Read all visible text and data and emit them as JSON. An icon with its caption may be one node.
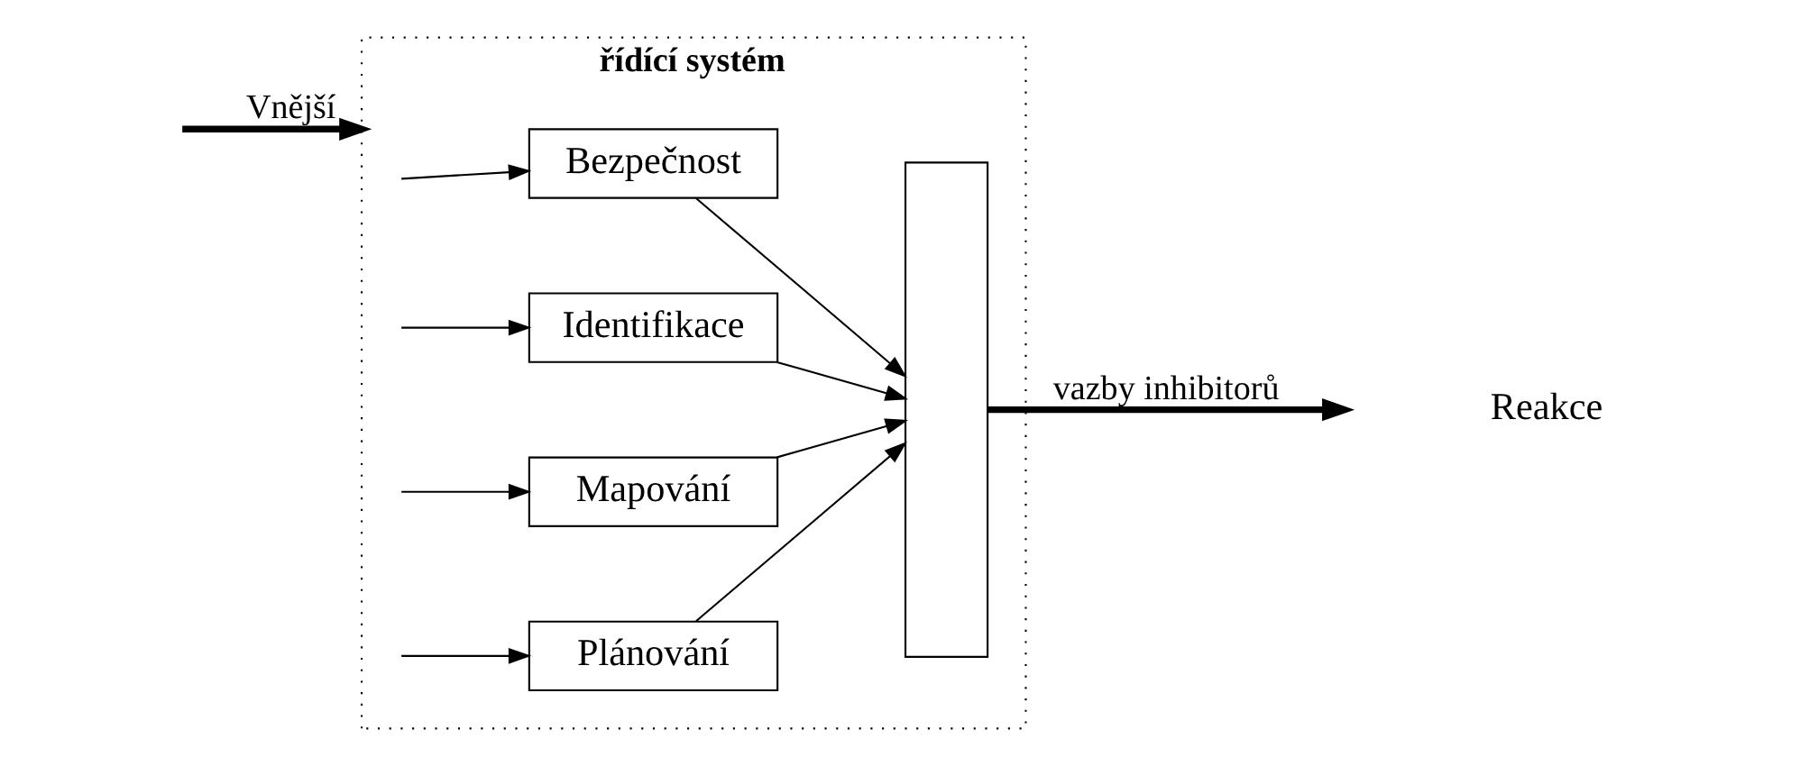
{
  "diagram": {
    "nodes": [
      {
        "text": [
          "řídící systém"
        ]
      },
      {
        "text": [
          "Plánování"
        ],
        "in": 0
      },
      {
        "text": [
          "Mapování"
        ],
        "in": 0
      },
      {
        "text": [
          "Identifikace"
        ],
        "in": 0
      },
      {
        "text": [
          "Bezpečnost"
        ],
        "in": 0
      },
      {
        "text": [],
        "shape": "box",
        "in": 0
      }
    ],
    "edges": [
      {
        "from": null,
        "to": 0,
        "arrow": "to",
        "label": "Vnější",
        "style": "thick"
      },
      {
        "from": null,
        "to": 1,
        "arrow": "to"
      },
      {
        "from": null,
        "to": 2,
        "arrow": "to"
      },
      {
        "from": null,
        "to": 3,
        "arrow": "to"
      },
      {
        "from": null,
        "to": 4,
        "arrow": "to"
      },
      {
        "from": 1,
        "to": 5,
        "arrow": "to"
      },
      {
        "from": 2,
        "to": 5,
        "arrow": "to"
      },
      {
        "from": 3,
        "to": 5,
        "arrow": "to"
      },
      {
        "from": 4,
        "to": 5,
        "arrow": "to"
      },
      {
        "from": 5,
        "to": null,
        "arrow": "to",
        "label": "vazby inhibitorů",
        "style": "thick"
      }
    ],
    "labels": [
      "Reakce"
    ]
  }
}
